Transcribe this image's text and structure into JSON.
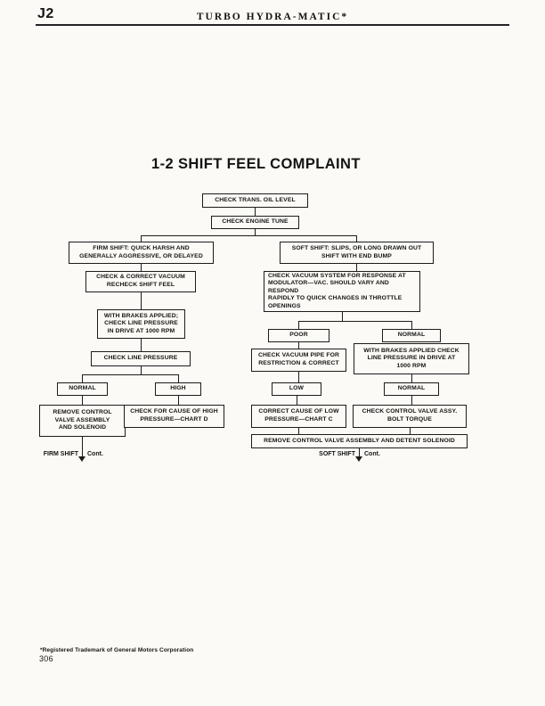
{
  "page": {
    "header": {
      "code": "J2",
      "title": "TURBO HYDRA-MATIC*"
    },
    "title": "1-2 SHIFT FEEL COMPLAINT",
    "footer": {
      "trademark": "*Registered Trademark of General Motors Corporation",
      "page_number": "306"
    }
  },
  "flowchart": {
    "boxes": {
      "oil_level": "CHECK TRANS. OIL LEVEL",
      "engine_tune": "CHECK ENGINE TUNE",
      "firm_shift": "FIRM SHIFT: QUICK HARSH AND\nGENERALLY AGGRESSIVE, OR DELAYED",
      "soft_shift": "SOFT SHIFT: SLIPS, OR LONG DRAWN OUT\nSHIFT WITH END BUMP",
      "check_correct_vacuum": "CHECK & CORRECT VACUUM\nRECHECK SHIFT FEEL",
      "check_vacuum_system": "CHECK VACUUM SYSTEM FOR RESPONSE AT\nMODULATOR—VAC. SHOULD VARY AND RESPOND\nRAPIDLY TO QUICK CHANGES IN THROTTLE\nOPENINGS",
      "brakes_left": "WITH BRAKES APPLIED;\nCHECK LINE PRESSURE\nIN DRIVE AT 1000 RPM",
      "poor": "POOR",
      "normal_top_right": "NORMAL",
      "check_line_pressure": "CHECK LINE PRESSURE",
      "check_vacuum_pipe": "CHECK VACUUM PIPE FOR\nRESTRICTION & CORRECT",
      "brakes_right": "WITH BRAKES APPLIED CHECK\nLINE PRESSURE IN DRIVE AT\n1000 RPM",
      "normal_left": "NORMAL",
      "high": "HIGH",
      "low": "LOW",
      "normal_bottom_right": "NORMAL",
      "remove_solenoid": "REMOVE CONTROL\nVALVE ASSEMBLY\nAND SOLENOID",
      "high_pressure_cause": "CHECK FOR CAUSE OF HIGH\nPRESSURE—CHART D",
      "low_pressure_cause": "CORRECT CAUSE OF LOW\nPRESSURE—CHART C",
      "bolt_torque": "CHECK CONTROL VALVE ASSY.\nBOLT TORQUE",
      "remove_detent": "REMOVE CONTROL VALVE ASSEMBLY AND DETENT SOLENOID"
    },
    "continuations": {
      "firm": {
        "label": "FIRM SHIFT",
        "cont": "Cont."
      },
      "soft": {
        "label": "SOFT SHIFT",
        "cont": "Cont."
      }
    }
  }
}
